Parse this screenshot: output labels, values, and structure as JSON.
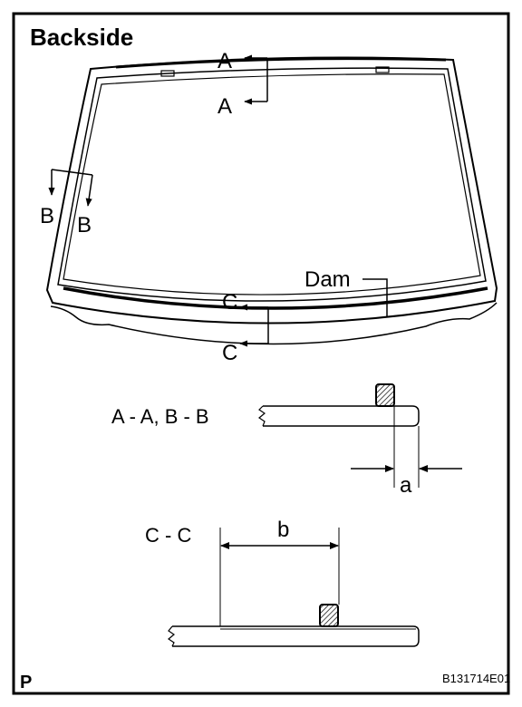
{
  "header": {
    "title": "Backside"
  },
  "windshield": {
    "section_marks": {
      "a_top": "A",
      "a_bottom": "A",
      "b_left": "B",
      "b_right": "B",
      "c_top": "C",
      "c_bottom": "C"
    },
    "dam_label": "Dam"
  },
  "section_aa_bb": {
    "title": "A - A, B - B",
    "dimension": "a"
  },
  "section_cc": {
    "title": "C - C",
    "dimension": "b"
  },
  "footer": {
    "corner_mark": "P",
    "figure_code": "B131714E01"
  }
}
